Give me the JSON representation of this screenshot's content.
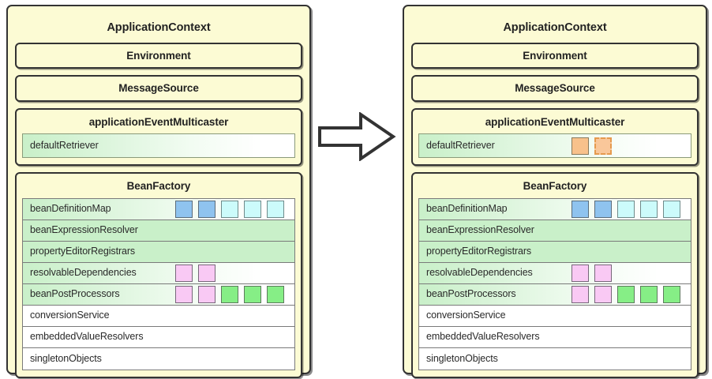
{
  "diagram": {
    "type": "before-after-state-diagram",
    "arrow": {
      "name": "right-arrow",
      "direction": "right",
      "color": "#333333"
    },
    "colors": {
      "panel_bg": "#fcfbd4",
      "panel_border": "#333333",
      "row_green": "#c9f0c9",
      "token_blue": "#8fc3ef",
      "token_cyan": "#ccfbfb",
      "token_pink": "#f9c9f4",
      "token_green": "#86ee86",
      "token_orange": "#f8c18b",
      "token_orange_dashed_border": "#e59a4e"
    }
  },
  "panels": [
    {
      "id": "before",
      "title": "ApplicationContext",
      "environment": "Environment",
      "message_source": "MessageSource",
      "multicaster": {
        "title": "applicationEventMulticaster",
        "rows": [
          {
            "label": "defaultRetriever",
            "style": "grad",
            "tokens": []
          }
        ]
      },
      "bean_factory": {
        "title": "BeanFactory",
        "rows": [
          {
            "label": "beanDefinitionMap",
            "style": "grad",
            "tokens": [
              "blue",
              "blue",
              "cyan",
              "cyan",
              "cyan"
            ]
          },
          {
            "label": "beanExpressionResolver",
            "style": "green",
            "tokens": []
          },
          {
            "label": "propertyEditorRegistrars",
            "style": "green",
            "tokens": []
          },
          {
            "label": "resolvableDependencies",
            "style": "grad",
            "tokens": [
              "pink",
              "pink"
            ]
          },
          {
            "label": "beanPostProcessors",
            "style": "grad",
            "tokens": [
              "pink",
              "pink",
              "green-tok",
              "green-tok",
              "green-tok"
            ]
          },
          {
            "label": "conversionService",
            "style": "plain",
            "tokens": []
          },
          {
            "label": "embeddedValueResolvers",
            "style": "plain",
            "tokens": []
          },
          {
            "label": "singletonObjects",
            "style": "plain",
            "tokens": []
          }
        ]
      }
    },
    {
      "id": "after",
      "title": "ApplicationContext",
      "environment": "Environment",
      "message_source": "MessageSource",
      "multicaster": {
        "title": "applicationEventMulticaster",
        "rows": [
          {
            "label": "defaultRetriever",
            "style": "grad",
            "tokens": [
              "orange",
              "orange-dashed"
            ]
          }
        ]
      },
      "bean_factory": {
        "title": "BeanFactory",
        "rows": [
          {
            "label": "beanDefinitionMap",
            "style": "grad",
            "tokens": [
              "blue",
              "blue",
              "cyan",
              "cyan",
              "cyan"
            ]
          },
          {
            "label": "beanExpressionResolver",
            "style": "green",
            "tokens": []
          },
          {
            "label": "propertyEditorRegistrars",
            "style": "green",
            "tokens": []
          },
          {
            "label": "resolvableDependencies",
            "style": "grad",
            "tokens": [
              "pink",
              "pink"
            ]
          },
          {
            "label": "beanPostProcessors",
            "style": "grad",
            "tokens": [
              "pink",
              "pink",
              "green-tok",
              "green-tok",
              "green-tok"
            ]
          },
          {
            "label": "conversionService",
            "style": "plain",
            "tokens": []
          },
          {
            "label": "embeddedValueResolvers",
            "style": "plain",
            "tokens": []
          },
          {
            "label": "singletonObjects",
            "style": "plain",
            "tokens": []
          }
        ]
      }
    }
  ]
}
